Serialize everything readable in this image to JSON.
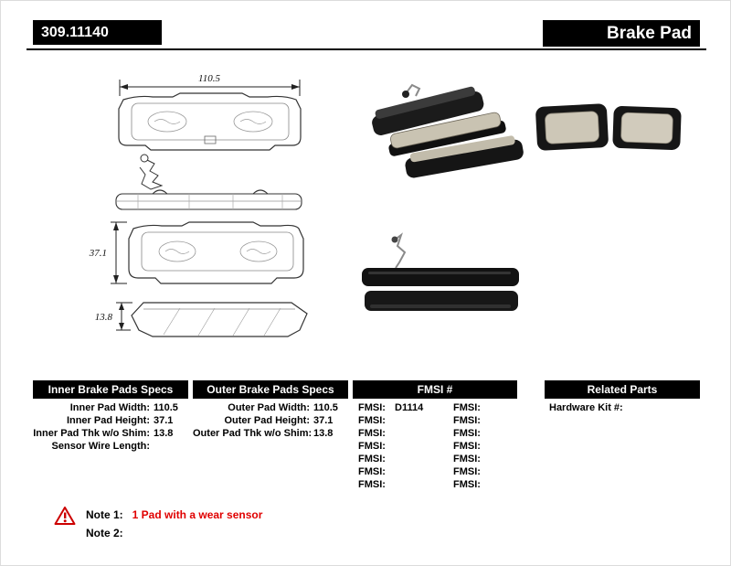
{
  "header": {
    "part_number": "309.11140",
    "title": "Brake Pad"
  },
  "diagram": {
    "width_dim": "110.5",
    "height_dim": "37.1",
    "thickness_dim": "13.8"
  },
  "spec_tables": {
    "inner": {
      "title": "Inner Brake Pads Specs",
      "rows": [
        {
          "label": "Inner Pad Width:",
          "value": "110.5"
        },
        {
          "label": "Inner Pad Height:",
          "value": "37.1"
        },
        {
          "label": "Inner Pad Thk w/o Shim:",
          "value": "13.8"
        },
        {
          "label": "Sensor Wire Length:",
          "value": ""
        }
      ]
    },
    "outer": {
      "title": "Outer Brake Pads Specs",
      "rows": [
        {
          "label": "Outer Pad Width:",
          "value": "110.5"
        },
        {
          "label": "Outer Pad Height:",
          "value": "37.1"
        },
        {
          "label": "Outer Pad Thk w/o Shim:",
          "value": "13.8"
        }
      ]
    },
    "fmsi": {
      "title": "FMSI #",
      "rows": [
        {
          "left_label": "FMSI:",
          "left_value": "D1114",
          "right_label": "FMSI:",
          "right_value": ""
        },
        {
          "left_label": "FMSI:",
          "left_value": "",
          "right_label": "FMSI:",
          "right_value": ""
        },
        {
          "left_label": "FMSI:",
          "left_value": "",
          "right_label": "FMSI:",
          "right_value": ""
        },
        {
          "left_label": "FMSI:",
          "left_value": "",
          "right_label": "FMSI:",
          "right_value": ""
        },
        {
          "left_label": "FMSI:",
          "left_value": "",
          "right_label": "FMSI:",
          "right_value": ""
        },
        {
          "left_label": "FMSI:",
          "left_value": "",
          "right_label": "FMSI:",
          "right_value": ""
        },
        {
          "left_label": "FMSI:",
          "left_value": "",
          "right_label": "FMSI:",
          "right_value": ""
        }
      ]
    },
    "related": {
      "title": "Related Parts",
      "rows": [
        {
          "label": "Hardware Kit #:",
          "value": ""
        }
      ]
    }
  },
  "notes": {
    "note1_label": "Note 1:",
    "note1_text": "1 Pad with a wear sensor",
    "note2_label": "Note 2:",
    "note2_text": ""
  },
  "colors": {
    "header_bg": "#000000",
    "note_red": "#e00000"
  }
}
